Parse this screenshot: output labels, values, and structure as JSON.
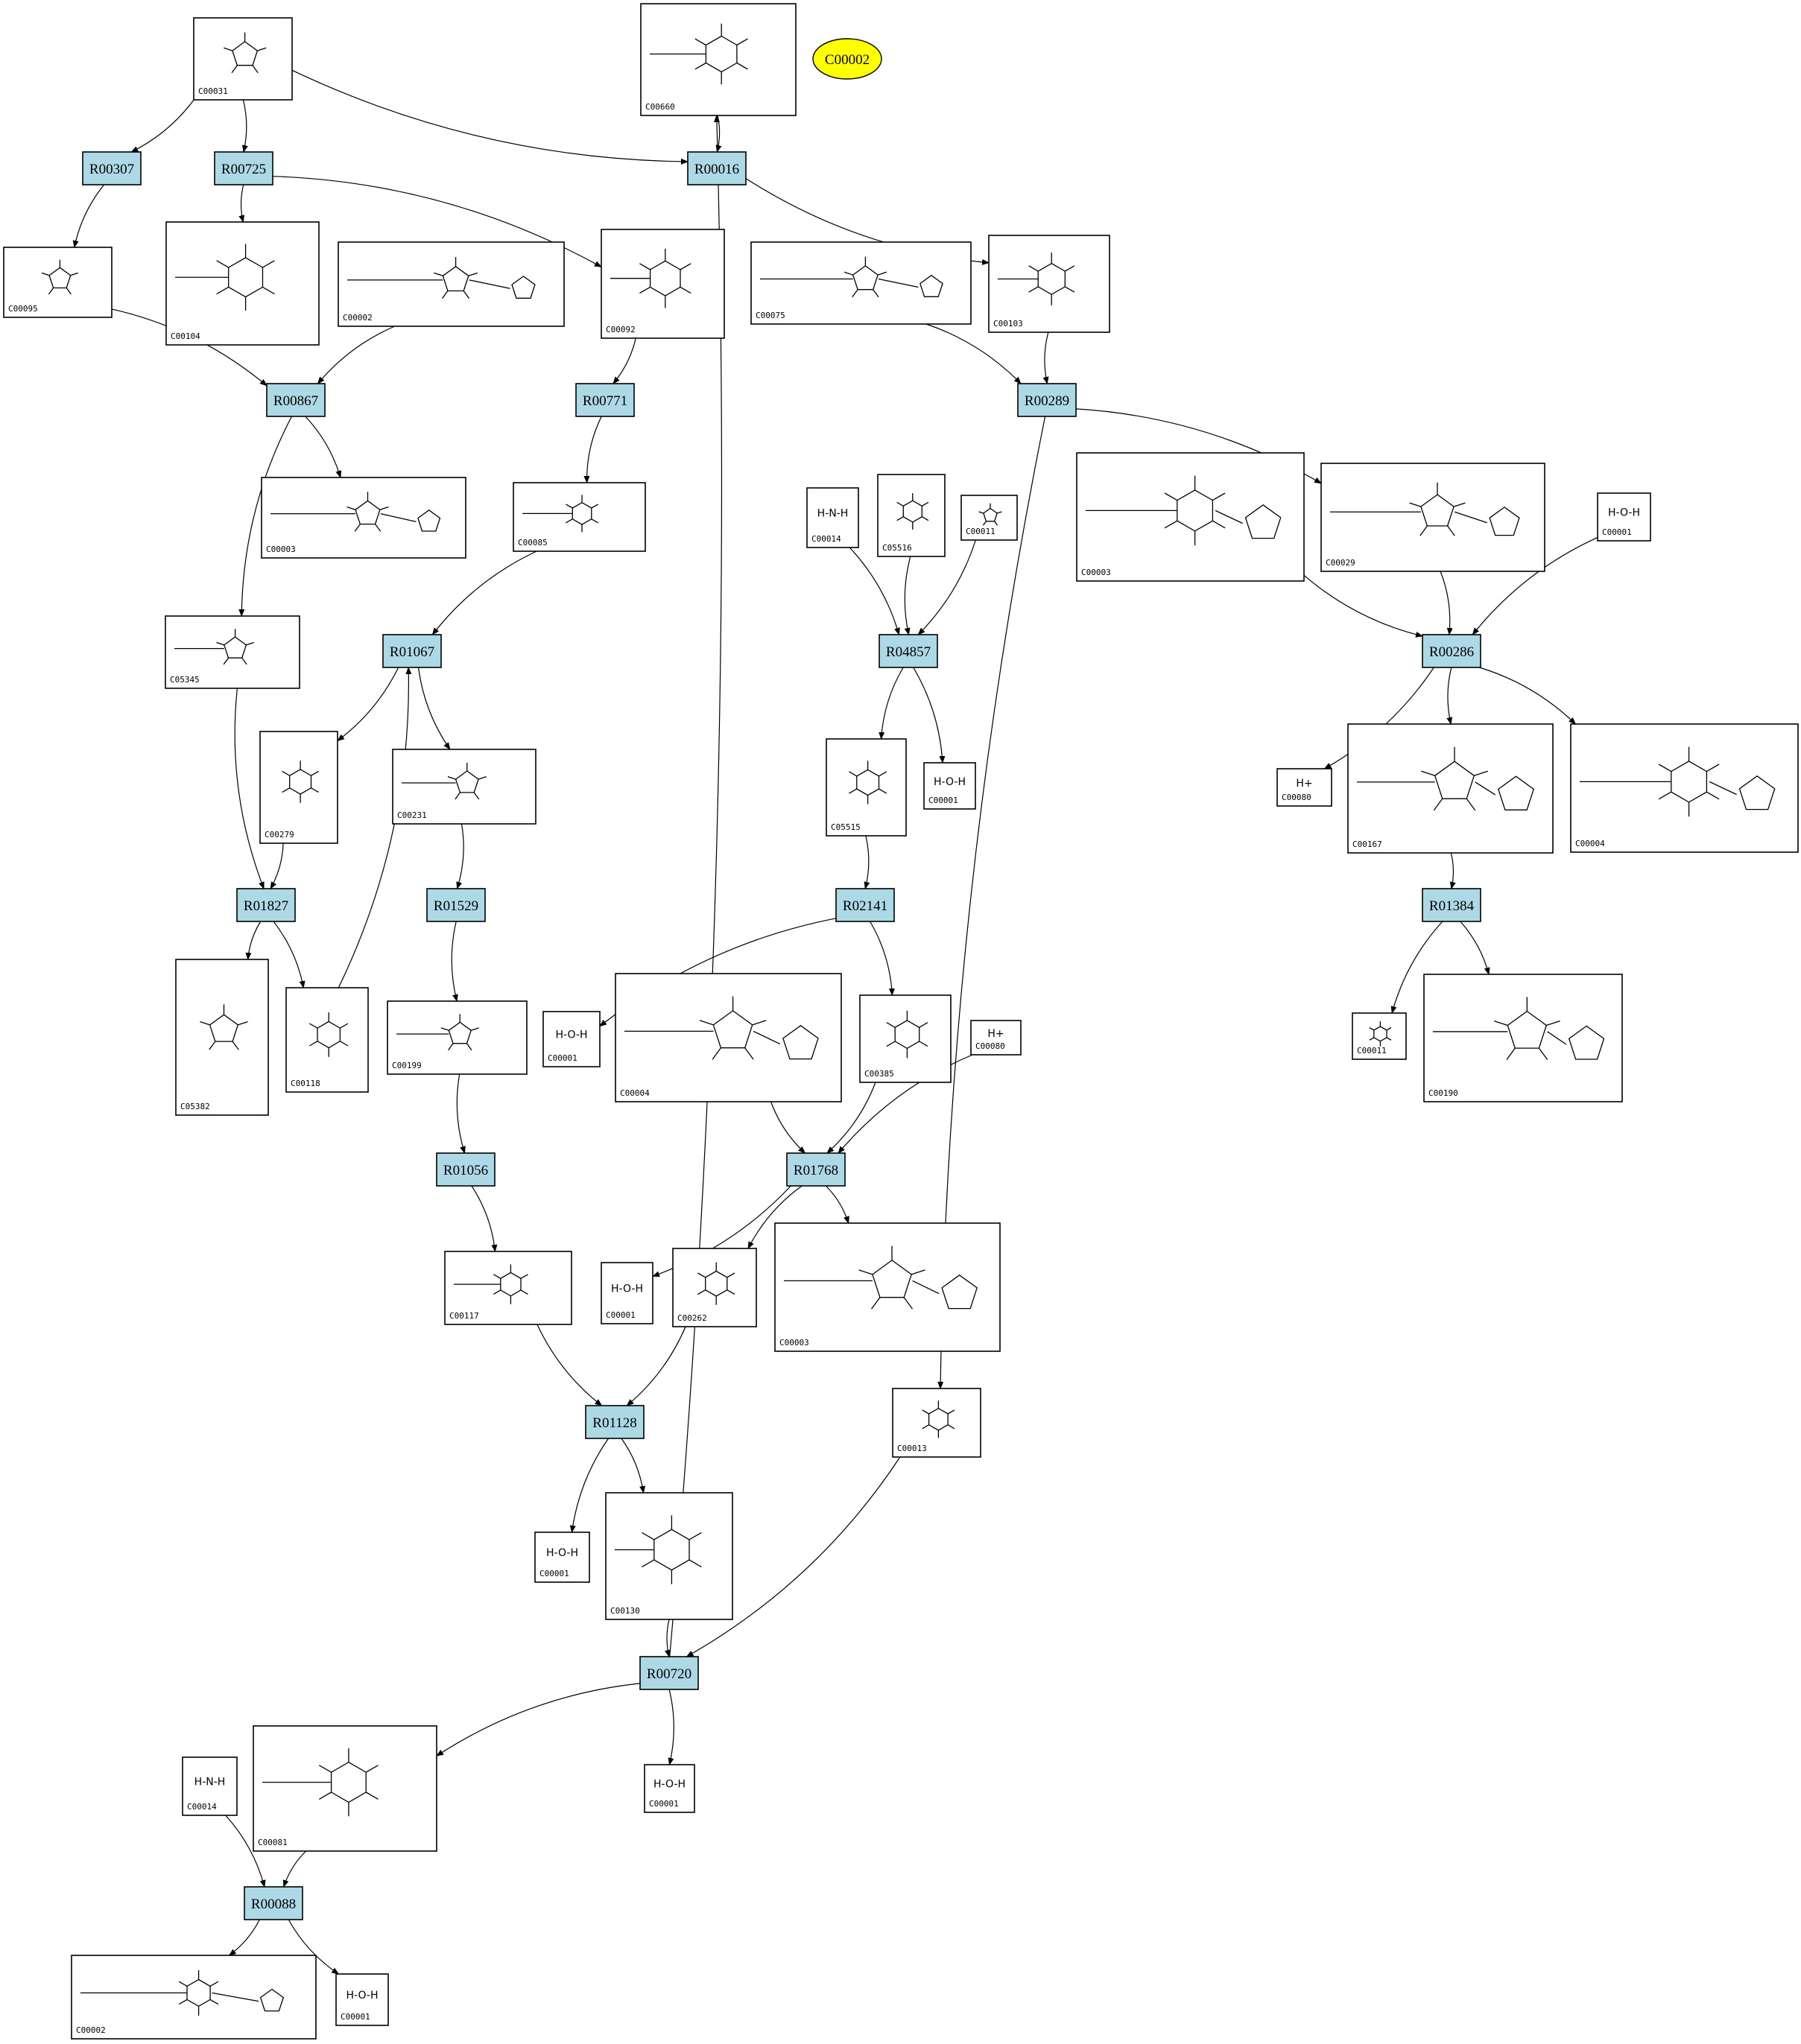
{
  "diagram": {
    "highlight_node": {
      "id": "C00002",
      "color": "#ffff00"
    },
    "reaction_color": "#add8e6",
    "reactions": [
      "R00307",
      "R00725",
      "R00016",
      "R00867",
      "R00771",
      "R00289",
      "R04857",
      "R00286",
      "R01067",
      "R02141",
      "R01827",
      "R01529",
      "R01384",
      "R01768",
      "R01056",
      "R01128",
      "R00720",
      "R00088"
    ],
    "compounds": [
      {
        "id": "C00031"
      },
      {
        "id": "C00660"
      },
      {
        "id": "C00095"
      },
      {
        "id": "C00104"
      },
      {
        "id": "C00002"
      },
      {
        "id": "C00092"
      },
      {
        "id": "C00075"
      },
      {
        "id": "C00103"
      },
      {
        "id": "C00003"
      },
      {
        "id": "C00085"
      },
      {
        "id": "C00014",
        "formula": "H-N-H"
      },
      {
        "id": "C05516"
      },
      {
        "id": "C00011"
      },
      {
        "id": "C00003"
      },
      {
        "id": "C00029"
      },
      {
        "id": "C00001",
        "formula": "H-O-H"
      },
      {
        "id": "C05345"
      },
      {
        "id": "C00279"
      },
      {
        "id": "C00231"
      },
      {
        "id": "C05515"
      },
      {
        "id": "C00001",
        "formula": "H-O-H"
      },
      {
        "id": "C00080",
        "formula": "H+"
      },
      {
        "id": "C00167"
      },
      {
        "id": "C00004"
      },
      {
        "id": "C05382"
      },
      {
        "id": "C00118"
      },
      {
        "id": "C00199"
      },
      {
        "id": "C00001",
        "formula": "H-O-H"
      },
      {
        "id": "C00004"
      },
      {
        "id": "C00385"
      },
      {
        "id": "C00080",
        "formula": "H+"
      },
      {
        "id": "C00011"
      },
      {
        "id": "C00190"
      },
      {
        "id": "C00117"
      },
      {
        "id": "C00001",
        "formula": "H-O-H"
      },
      {
        "id": "C00262"
      },
      {
        "id": "C00003"
      },
      {
        "id": "C00013"
      },
      {
        "id": "C00001",
        "formula": "H-O-H"
      },
      {
        "id": "C00130"
      },
      {
        "id": "C00014",
        "formula": "H-N-H"
      },
      {
        "id": "C00081"
      },
      {
        "id": "C00001",
        "formula": "H-O-H"
      },
      {
        "id": "C00002"
      },
      {
        "id": "C00001",
        "formula": "H-O-H"
      }
    ]
  }
}
